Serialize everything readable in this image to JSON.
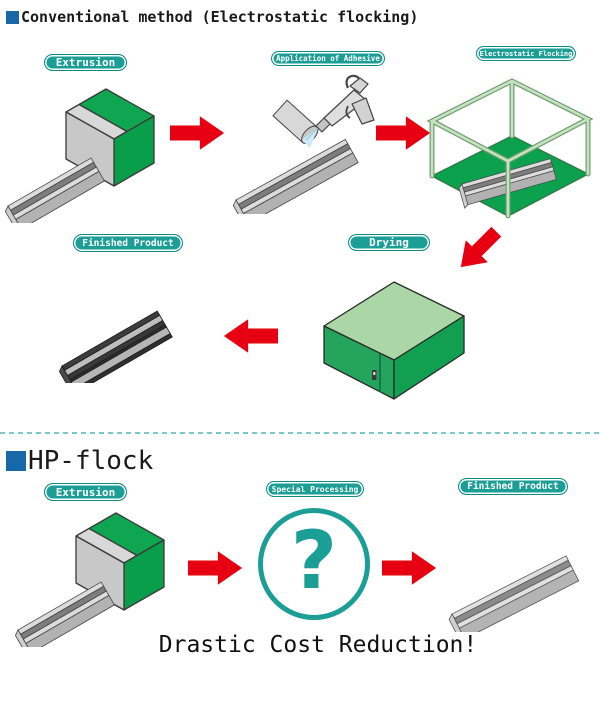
{
  "colors": {
    "accent_teal": "#1b9e95",
    "arrow_red": "#e60012",
    "bullet_blue": "#1668a8",
    "green": "#0ba14f",
    "divider_teal": "#7cc6ce"
  },
  "conventional": {
    "bullet": "■",
    "title": "Conventional method (Electrostatic flocking)",
    "steps": {
      "extrusion": "Extrusion",
      "adhesive": "Application of Adhesive",
      "flocking": "Electrostatic Flocking",
      "drying": "Drying",
      "finished": "Finished Product"
    }
  },
  "hp_flock": {
    "bullet": "■",
    "title": "HP-flock",
    "steps": {
      "extrusion": "Extrusion",
      "special": "Special Processing",
      "finished": "Finished Product"
    },
    "question_mark": "?",
    "tagline": "Drastic Cost Reduction!"
  }
}
